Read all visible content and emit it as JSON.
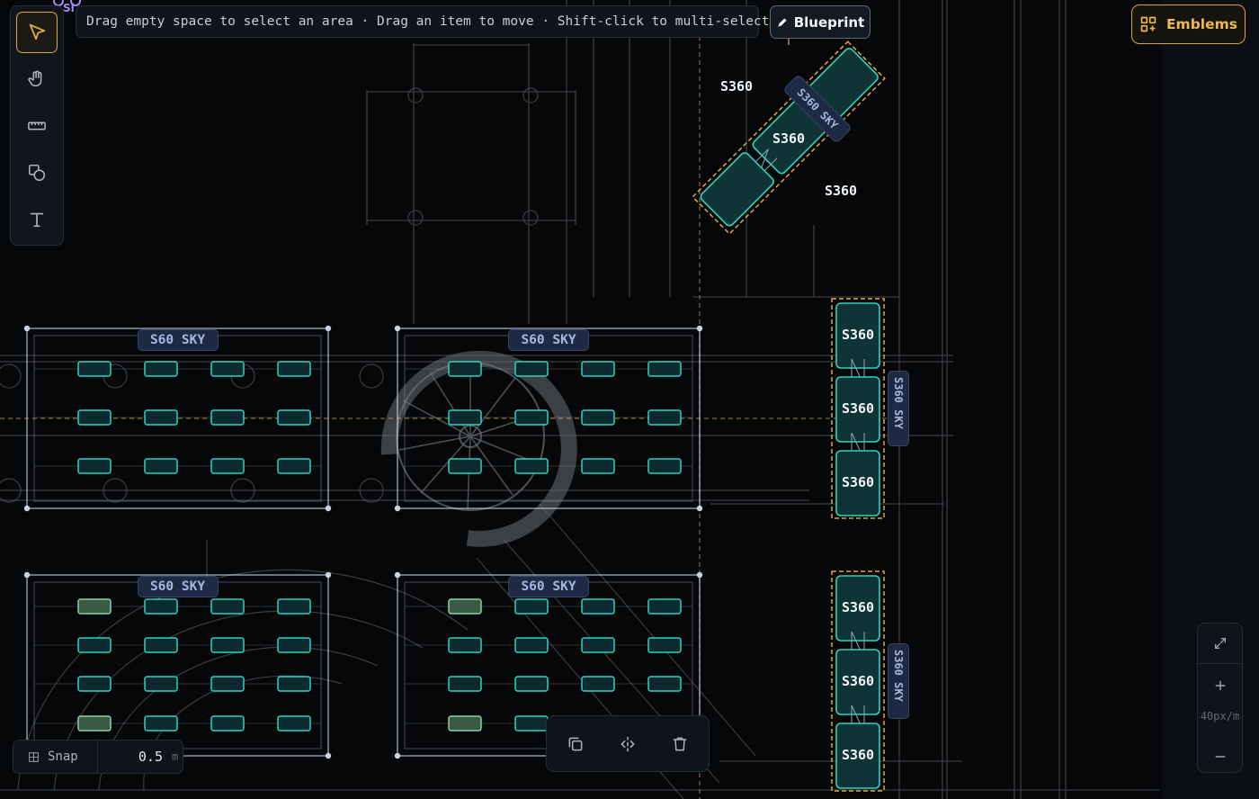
{
  "hint": "Drag empty space to select an area · Drag an item to move · Shift-click to multi-select",
  "blueprint_label": "Blueprint",
  "emblems_label": "Emblems",
  "logo_text": "Sl",
  "toolbar": [
    {
      "name": "select-tool",
      "icon": "cursor-icon",
      "active": true
    },
    {
      "name": "pan-tool",
      "icon": "hand-icon",
      "active": false
    },
    {
      "name": "measure-tool",
      "icon": "ruler-icon",
      "active": false
    },
    {
      "name": "shape-tool",
      "icon": "shapes-icon",
      "active": false
    },
    {
      "name": "text-tool",
      "icon": "text-icon",
      "active": false
    }
  ],
  "zoom": {
    "level": "40px/m"
  },
  "snap": {
    "label": "Snap",
    "value": "0.5",
    "unit": "m"
  },
  "groups": [
    {
      "label": "S60 SKY"
    },
    {
      "label": "S60 SKY"
    },
    {
      "label": "S60 SKY"
    },
    {
      "label": "S60 SKY"
    }
  ],
  "rigs": [
    {
      "label": "S360 SKY",
      "item": "S360"
    },
    {
      "label": "S360 SKY",
      "item": "S360"
    },
    {
      "label": "S360 SKY",
      "item": "S360"
    }
  ],
  "colors": {
    "accent": "#e0a847",
    "fixture": "#2dd4bf",
    "frame": "#cbd5e1",
    "label_bg": "#1e2a44",
    "label_text": "#a5b8e0"
  }
}
